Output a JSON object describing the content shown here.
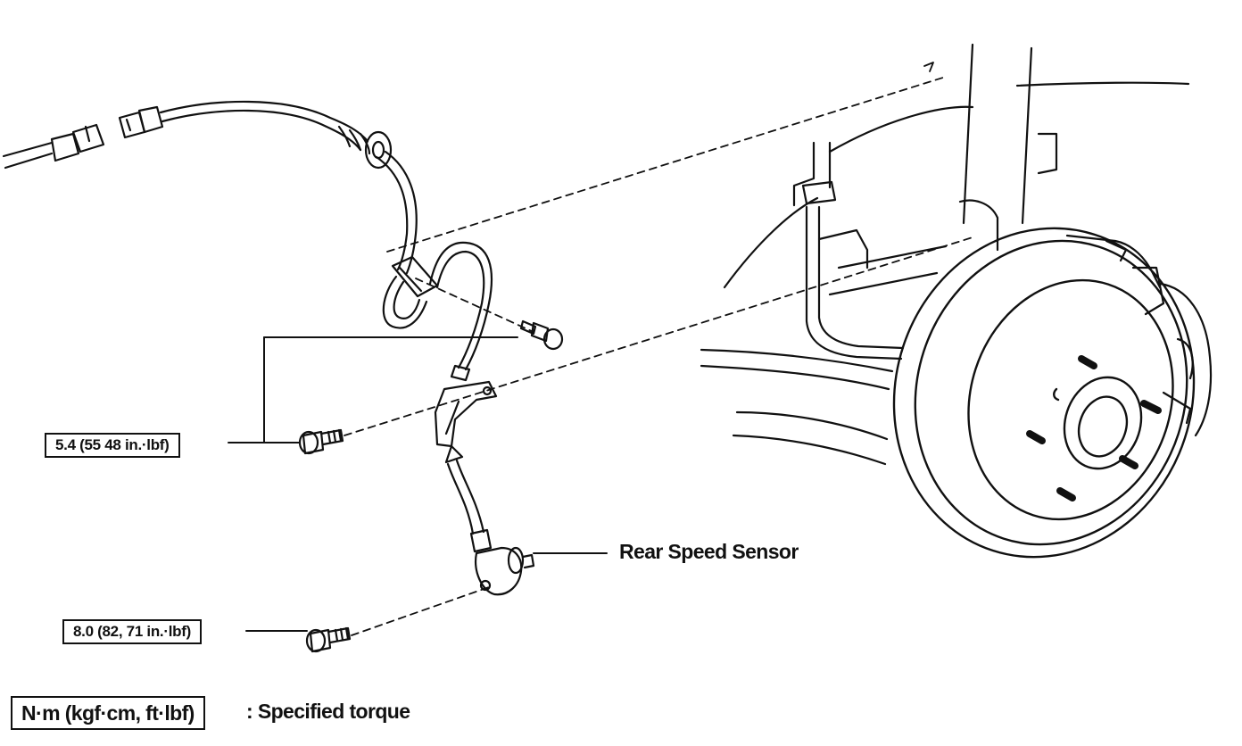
{
  "callouts": {
    "upper_torque": "5.4 (55 48 in.·lbf)",
    "lower_torque": "8.0 (82, 71 in.·lbf)"
  },
  "labels": {
    "rear_speed_sensor": "Rear Speed Sensor"
  },
  "legend": {
    "box_text": "N·m (kgf·cm, ft·lbf)",
    "description": ": Specified torque"
  },
  "icons": [
    "connector-icon",
    "bolt-icon",
    "speed-sensor-icon",
    "brake-disc-icon"
  ]
}
